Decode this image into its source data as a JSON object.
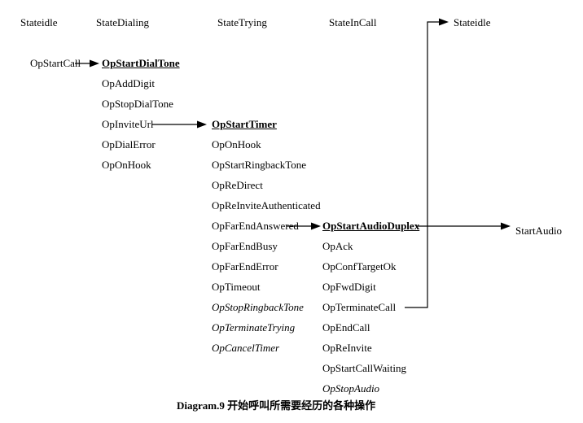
{
  "caption": "Diagram.9 开始呼叫所需要经历的各种操作",
  "states": [
    {
      "label": "Stateidle"
    },
    {
      "label": "StateDialing"
    },
    {
      "label": "StateTrying"
    },
    {
      "label": "StateInCall"
    },
    {
      "label": "Stateidle"
    }
  ],
  "columns": {
    "idle": {
      "items": [
        {
          "label": "OpStartCall"
        }
      ]
    },
    "dialing": {
      "items": [
        {
          "label": "OpStartDialTone",
          "emphasis": "bold-underline"
        },
        {
          "label": "OpAddDigit"
        },
        {
          "label": "OpStopDialTone"
        },
        {
          "label": "OpInviteUrl"
        },
        {
          "label": "OpDialError"
        },
        {
          "label": "OpOnHook"
        }
      ]
    },
    "trying": {
      "items": [
        {
          "label": "OpStartTimer",
          "emphasis": "bold-underline"
        },
        {
          "label": "OpOnHook"
        },
        {
          "label": "OpStartRingbackTone"
        },
        {
          "label": "OpReDirect"
        },
        {
          "label": "OpReInviteAuthenticated"
        },
        {
          "label": "OpFarEndAnswered"
        },
        {
          "label": "OpFarEndBusy"
        },
        {
          "label": "OpFarEndError"
        },
        {
          "label": "OpTimeout"
        },
        {
          "label": "OpStopRingbackTone",
          "emphasis": "italic"
        },
        {
          "label": "OpTerminateTrying",
          "emphasis": "italic"
        },
        {
          "label": "OpCancelTimer",
          "emphasis": "italic"
        }
      ]
    },
    "incall": {
      "items": [
        {
          "label": "OpStartAudioDuplex",
          "emphasis": "bold-underline"
        },
        {
          "label": "OpAck"
        },
        {
          "label": "OpConfTargetOk"
        },
        {
          "label": "OpFwdDigit"
        },
        {
          "label": "OpTerminateCall"
        },
        {
          "label": "OpEndCall"
        },
        {
          "label": "OpReInvite"
        },
        {
          "label": "OpStartCallWaiting"
        },
        {
          "label": "OpStopAudio",
          "emphasis": "italic"
        }
      ]
    }
  },
  "result_label": "StartAudio",
  "transitions": [
    {
      "from": "OpStartCall",
      "to": "OpStartDialTone"
    },
    {
      "from": "OpInviteUrl",
      "to": "OpStartTimer"
    },
    {
      "from": "OpFarEndAnswered",
      "to": "OpStartAudioDuplex"
    },
    {
      "from": "OpStartAudioDuplex",
      "to": "StartAudio"
    },
    {
      "from": "OpTerminateCall",
      "to": "Stateidle"
    }
  ],
  "colors": {
    "background": "#ffffff",
    "text": "#000000",
    "line": "#000000"
  }
}
